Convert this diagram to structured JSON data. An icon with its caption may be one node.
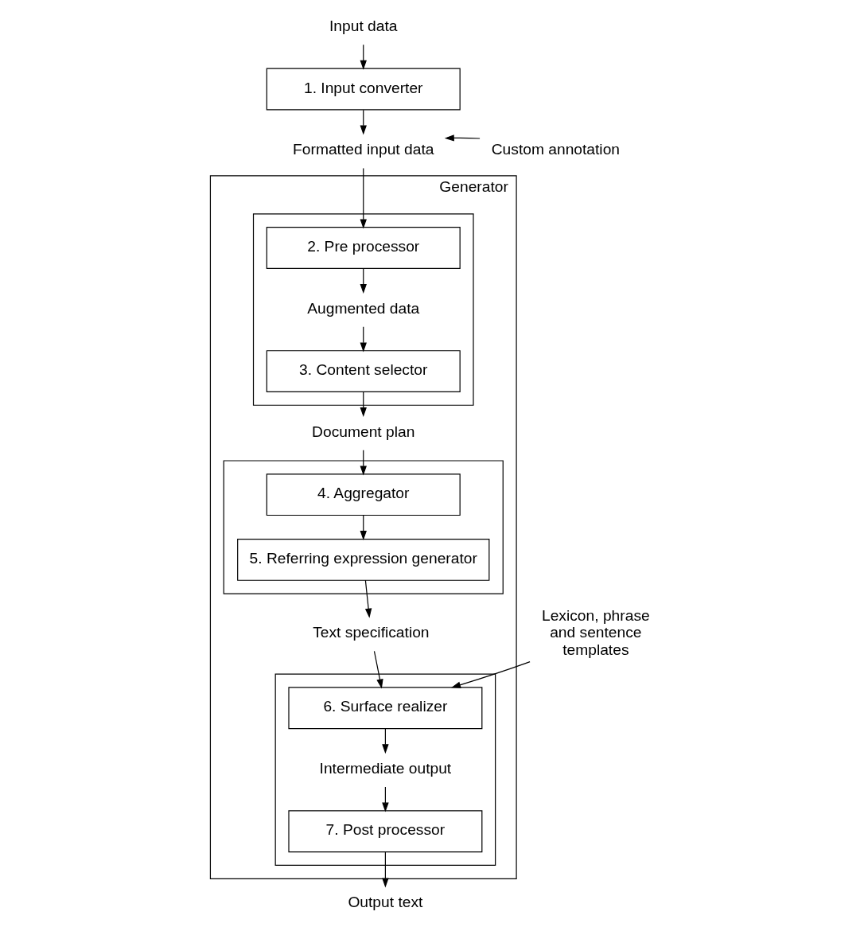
{
  "diagram": {
    "nodes": [
      {
        "text": [
          "Input data"
        ]
      },
      {
        "text": [
          "1. Input converter"
        ]
      },
      {
        "text": [
          "Formatted input data"
        ]
      },
      {
        "text": [
          "Custom annotation"
        ]
      },
      {
        "text": [
          "Lexicon, phrase and sentence templates"
        ]
      },
      {
        "text": [
          "Generator"
        ]
      },
      {
        "text": [],
        "shape": "box",
        "in": 5
      },
      {
        "text": [
          "2. Pre processor"
        ],
        "in": 6
      },
      {
        "text": [
          "Augmented data"
        ],
        "in": 6
      },
      {
        "text": [
          "3. Content selector"
        ],
        "in": 6
      },
      {
        "text": [
          "Document plan"
        ],
        "in": 5
      },
      {
        "text": [],
        "shape": "box",
        "in": 5
      },
      {
        "text": [
          "4. Aggregator"
        ],
        "in": 11
      },
      {
        "text": [
          "5. Referring expression generator"
        ],
        "in": 11
      },
      {
        "text": [
          "Text specification"
        ],
        "in": 5
      },
      {
        "text": [],
        "shape": "box",
        "in": 5
      },
      {
        "text": [
          "6. Surface realizer"
        ],
        "in": 15
      },
      {
        "text": [
          "Intermediate output"
        ],
        "in": 15
      },
      {
        "text": [
          "7. Post processor"
        ],
        "in": 15
      },
      {
        "text": [
          "Output text"
        ]
      }
    ],
    "edges": [
      {
        "from": 0,
        "to": 1,
        "arrow": "to"
      },
      {
        "from": 1,
        "to": 2,
        "arrow": "to"
      },
      {
        "from": 3,
        "to": 2,
        "arrow": "to"
      },
      {
        "from": 2,
        "to": 7,
        "arrow": "to"
      },
      {
        "from": 7,
        "to": 8,
        "arrow": "to"
      },
      {
        "from": 8,
        "to": 9,
        "arrow": "to"
      },
      {
        "from": 9,
        "to": 10,
        "arrow": "to"
      },
      {
        "from": 10,
        "to": 12,
        "arrow": "to"
      },
      {
        "from": 12,
        "to": 13,
        "arrow": "to"
      },
      {
        "from": 13,
        "to": 14,
        "arrow": "to"
      },
      {
        "from": 14,
        "to": 16,
        "arrow": "to"
      },
      {
        "from": 4,
        "to": 16,
        "arrow": "to"
      },
      {
        "from": 16,
        "to": 17,
        "arrow": "to"
      },
      {
        "from": 17,
        "to": 18,
        "arrow": "to"
      },
      {
        "from": 18,
        "to": 19,
        "arrow": "to"
      }
    ]
  }
}
